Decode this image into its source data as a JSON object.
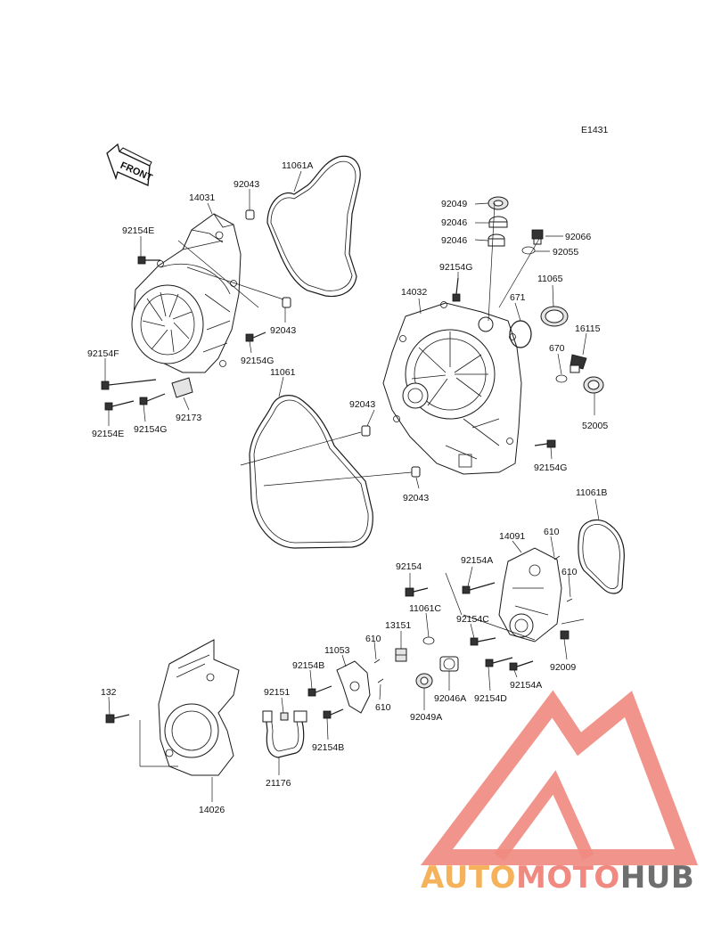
{
  "diagram_code": "E1431",
  "front_label": "FRONT",
  "watermark": {
    "brand_part1": "AUTO",
    "brand_part2": "MOTO",
    "brand_part3": "HUB",
    "color_orange": "#f5b25a",
    "color_red": "#f08a80",
    "color_gray": "#6e6e6e"
  },
  "labels": {
    "p11061A": "11061A",
    "p14031": "14031",
    "p92043a": "92043",
    "p92154E_top": "92154E",
    "p92043b": "92043",
    "p92154G_left": "92154G",
    "p92154F": "92154F",
    "p92154E_bot": "92154E",
    "p92154G_bot": "92154G",
    "p92173": "92173",
    "p11061": "11061",
    "p92049": "92049",
    "p92046a": "92046",
    "p92046b": "92046",
    "p92066": "92066",
    "p92055": "92055",
    "p92154G_mid": "92154G",
    "p14032": "14032",
    "p671": "671",
    "p11065": "11065",
    "p16115": "16115",
    "p670": "670",
    "p92043c": "92043",
    "p52005": "52005",
    "p92154G_right": "92154G",
    "p92043d": "92043",
    "p11061B": "11061B",
    "p14091": "14091",
    "p610a": "610",
    "p92154": "92154",
    "p92154A_top": "92154A",
    "p610b": "610",
    "p11061C": "11061C",
    "p92154C": "92154C",
    "p13151": "13151",
    "p11053": "11053",
    "p610c": "610",
    "p92154B_top": "92154B",
    "p92009": "92009",
    "p132": "132",
    "p92151": "92151",
    "p610d": "610",
    "p92046A": "92046A",
    "p92154D": "92154D",
    "p92154A_bot": "92154A",
    "p92049A": "92049A",
    "p92154B_bot": "92154B",
    "p21176": "21176",
    "p14026": "14026"
  }
}
